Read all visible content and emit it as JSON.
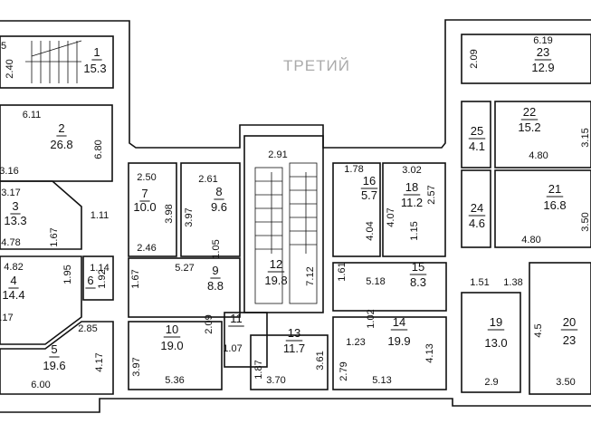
{
  "floor_title": "ТРЕТИЙ",
  "rooms": {
    "r1": {
      "number": "1",
      "area": "15.3",
      "dims": [
        "2.40",
        "5"
      ]
    },
    "r2": {
      "number": "2",
      "area": "26.8",
      "dims": [
        "6.11",
        "6.80",
        "3.16"
      ]
    },
    "r3": {
      "number": "3",
      "area": "13.3",
      "dims": [
        "3.17",
        "4.78",
        "1.67",
        "1.11"
      ]
    },
    "r4": {
      "number": "4",
      "area": "14.4",
      "dims": [
        "4.82",
        "1.95",
        ".17"
      ]
    },
    "r5": {
      "number": "5",
      "area": "19.6",
      "dims": [
        "2.85",
        "4.17",
        "6.00"
      ]
    },
    "r6": {
      "number": "6",
      "dims": [
        "1.14",
        "1.92"
      ]
    },
    "r7": {
      "number": "7",
      "area": "10.0",
      "dims": [
        "2.50",
        "3.98",
        "2.46"
      ]
    },
    "r8": {
      "number": "8",
      "area": "9.6",
      "dims": [
        "2.61",
        "3.97",
        "1.05"
      ]
    },
    "r9": {
      "number": "9",
      "area": "8.8",
      "dims": [
        "5.27",
        "1.67"
      ]
    },
    "r10": {
      "number": "10",
      "area": "19.0",
      "dims": [
        "3.97",
        "2.09",
        "5.36",
        "1.07"
      ]
    },
    "r11": {
      "number": "11"
    },
    "r12": {
      "number": "12",
      "area": "19.8",
      "dims": [
        "2.91",
        "7.12"
      ]
    },
    "r13": {
      "number": "13",
      "area": "11.7",
      "dims": [
        "1.87",
        "3.70",
        "3.61"
      ]
    },
    "r14": {
      "number": "14",
      "area": "19.9",
      "dims": [
        "1.02",
        "1.23",
        "4.13",
        "2.79",
        "5.13"
      ]
    },
    "r15": {
      "number": "15",
      "area": "8.3",
      "dims": [
        "1.61",
        "5.18"
      ]
    },
    "r16": {
      "number": "16",
      "area": "5.7",
      "dims": [
        "1.78",
        "4.04"
      ]
    },
    "r18": {
      "number": "18",
      "area": "11.2",
      "dims": [
        "3.02",
        "2.57",
        "4.07",
        "1.15"
      ]
    },
    "r19": {
      "number": "19",
      "area": "13.0",
      "dims": [
        "2.9"
      ]
    },
    "r20": {
      "number": "20",
      "area": "23",
      "dims": [
        "4.5",
        "3.50"
      ]
    },
    "r21": {
      "number": "21",
      "area": "16.8",
      "dims": [
        "4.80",
        "3.50"
      ]
    },
    "r22": {
      "number": "22",
      "area": "15.2",
      "dims": [
        "4.80",
        "3.15"
      ]
    },
    "r23": {
      "number": "23",
      "area": "12.9",
      "dims": [
        "6.19",
        "2.09"
      ]
    },
    "r24": {
      "number": "24",
      "area": "4.6"
    },
    "r25": {
      "number": "25",
      "area": "4.1"
    },
    "corridor": {
      "dims": [
        "1.51",
        "1.38"
      ]
    }
  }
}
